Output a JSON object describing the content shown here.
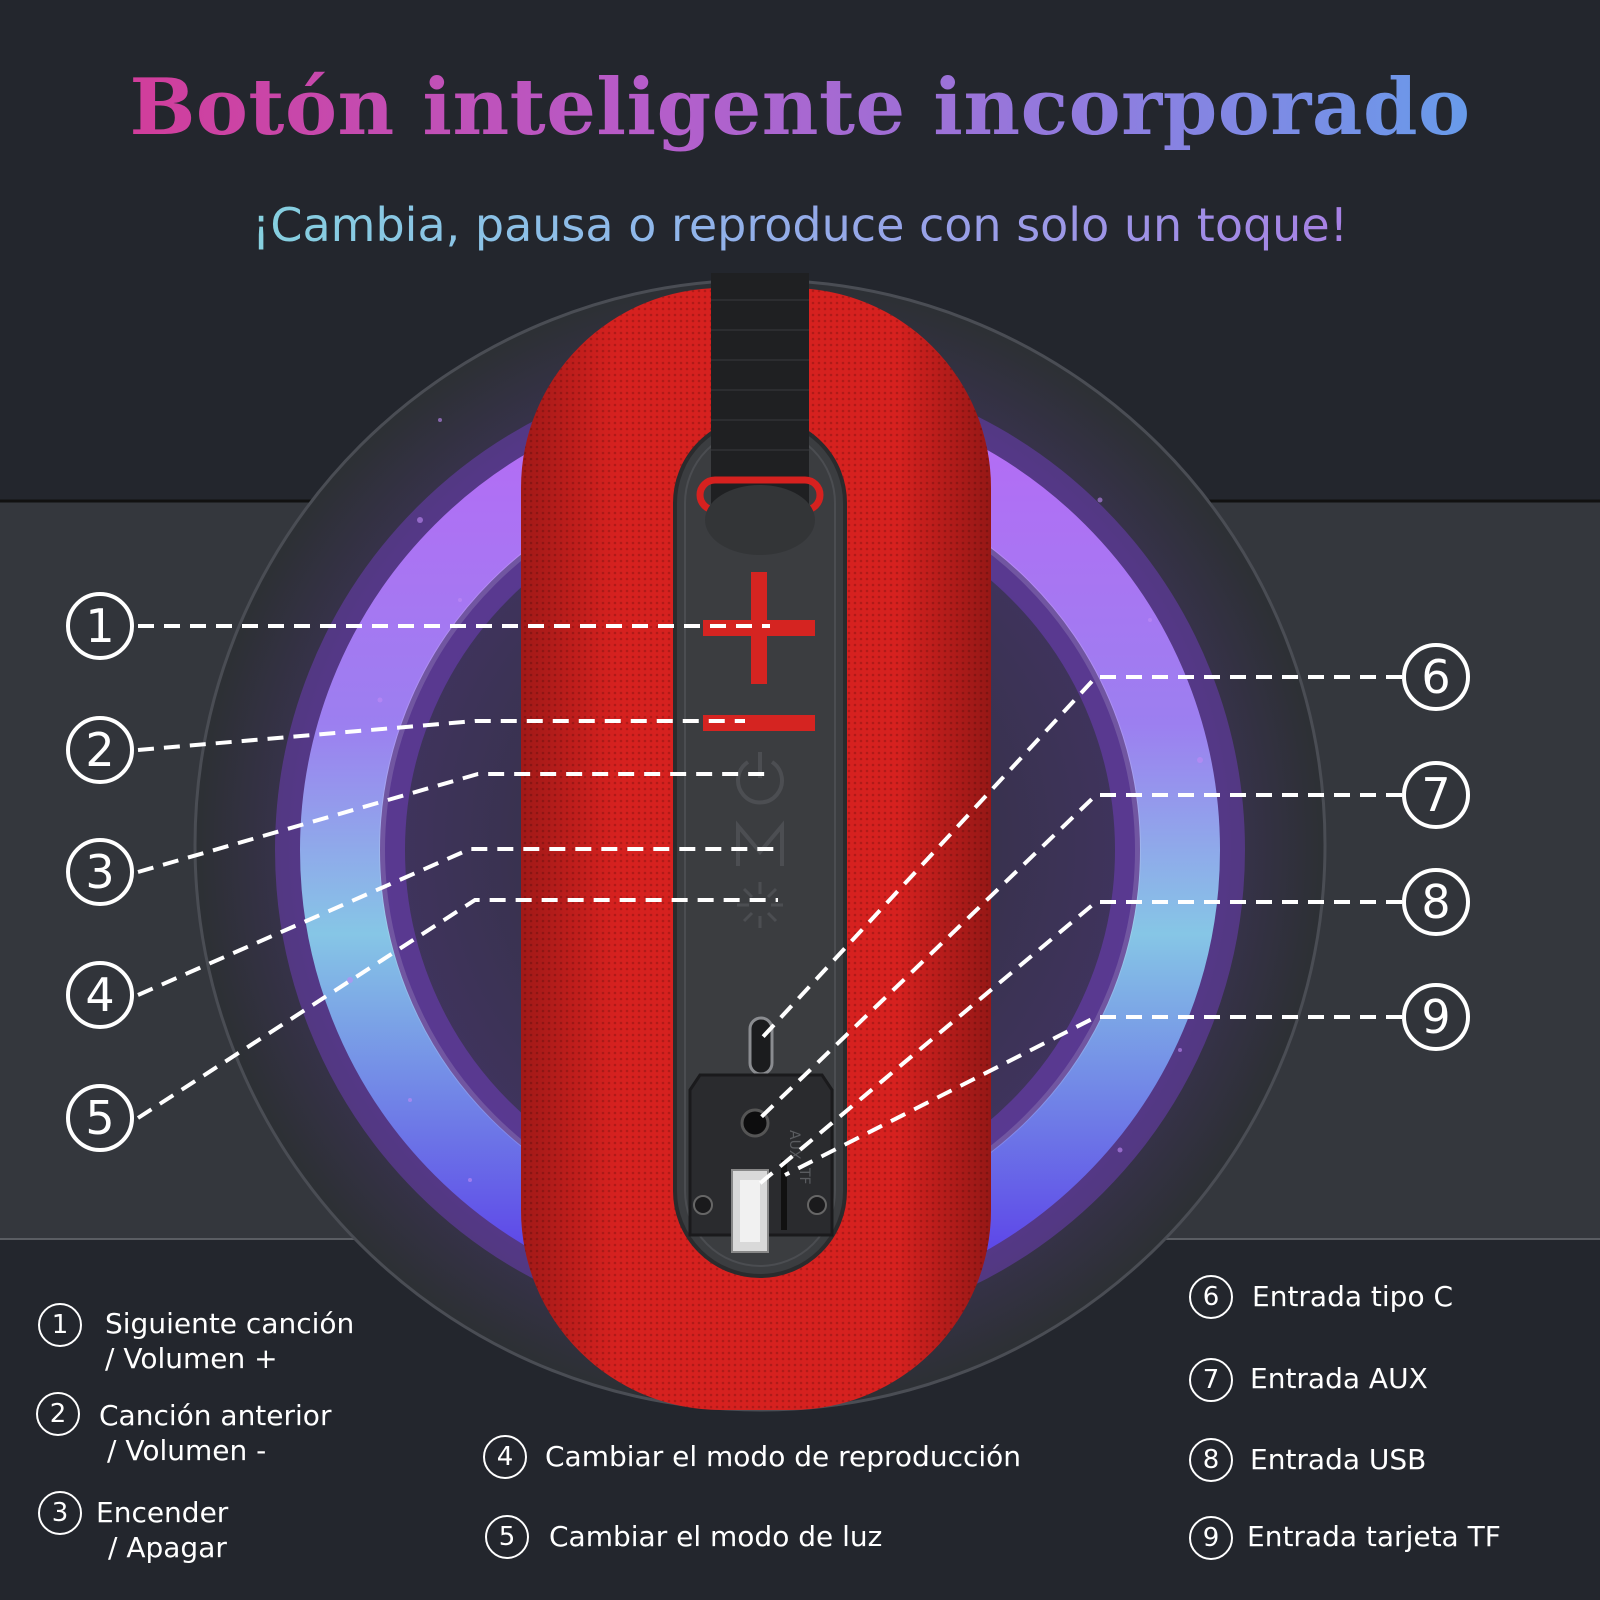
{
  "header": {
    "title": "Botón inteligente incorporado",
    "subtitle": "¡Cambia, pausa o reproduce con solo un toque!"
  },
  "colors": {
    "background_top": "#23262d",
    "background_band": "#34373d",
    "speaker_red": "#d6211f",
    "panel_gray": "#3b3d40",
    "ring_purple": "#a05cf0",
    "ring_cyan": "#8ed6e8"
  },
  "device": {
    "button_labels": [
      "+",
      "−",
      "power-icon",
      "M",
      "light-icon"
    ],
    "port_labels": [
      "AUX",
      "TF"
    ]
  },
  "callouts": {
    "left": [
      "1",
      "2",
      "3",
      "4",
      "5"
    ],
    "right": [
      "6",
      "7",
      "8",
      "9"
    ]
  },
  "legend": {
    "items": [
      {
        "num": "1",
        "line1": "Siguiente canción",
        "line2": "/ Volumen  +"
      },
      {
        "num": "2",
        "line1": "Canción anterior",
        "line2": "/ Volumen -"
      },
      {
        "num": "3",
        "line1": "Encender",
        "line2": "/ Apagar"
      },
      {
        "num": "4",
        "line1": "Cambiar el modo de reproducción"
      },
      {
        "num": "5",
        "line1": "Cambiar el modo de luz"
      },
      {
        "num": "6",
        "line1": "Entrada tipo C"
      },
      {
        "num": "7",
        "line1": "Entrada AUX"
      },
      {
        "num": "8",
        "line1": "Entrada USB"
      },
      {
        "num": "9",
        "line1": "Entrada tarjeta TF"
      }
    ]
  }
}
